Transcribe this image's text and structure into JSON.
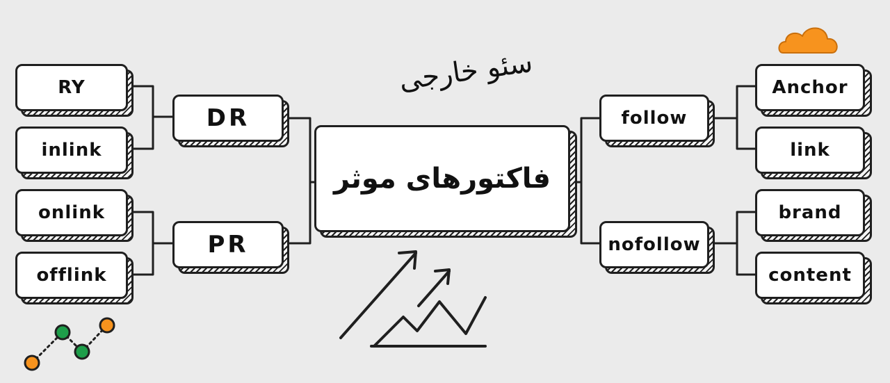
{
  "center": {
    "label": "فاکتورهای موثر"
  },
  "heading": {
    "label": "سئو خارجی"
  },
  "left": {
    "groups": [
      {
        "label": "DR",
        "children": [
          "RY",
          "inlink"
        ]
      },
      {
        "label": "PR",
        "children": [
          "onlink",
          "offlink"
        ]
      }
    ]
  },
  "right": {
    "groups": [
      {
        "label": "follow",
        "children": [
          "Anchor",
          "link"
        ]
      },
      {
        "label": "nofollow",
        "children": [
          "brand",
          "content"
        ]
      }
    ]
  },
  "colors": {
    "ink": "#1f1f1f",
    "background": "#ebebeb",
    "cloud": "#f7931e",
    "dot_orange": "#f7931e",
    "dot_green": "#1e9e4a"
  },
  "icons": [
    "cloud-icon",
    "growth-chart-icon",
    "trend-arrow-icon",
    "line-chart-icon"
  ]
}
